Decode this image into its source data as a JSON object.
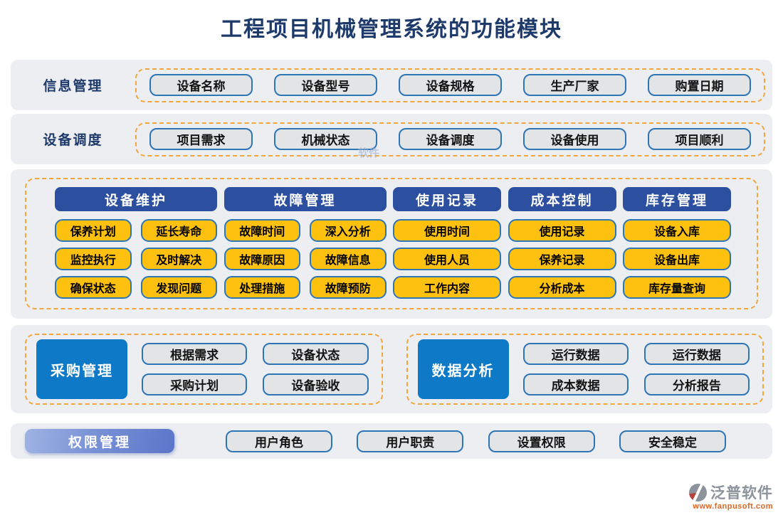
{
  "title": "工程项目机械管理系统的功能模块",
  "watermark": "软件",
  "sections": {
    "info": {
      "label": "信息管理",
      "buttons": [
        "设备名称",
        "设备型号",
        "设备规格",
        "生产厂家",
        "购置日期"
      ]
    },
    "dispatch": {
      "label": "设备调度",
      "buttons": [
        "项目需求",
        "机械状态",
        "设备调度",
        "设备使用",
        "项目顺利"
      ]
    },
    "modules": {
      "columns": [
        {
          "header": "设备维护",
          "buttons": [
            "保养计划",
            "延长寿命",
            "监控执行",
            "及时解决",
            "确保状态",
            "发现问题"
          ]
        },
        {
          "header": "故障管理",
          "buttons": [
            "故障时间",
            "深入分析",
            "故障原因",
            "故障信息",
            "处理措施",
            "故障预防"
          ]
        },
        {
          "header": "使用记录",
          "buttons": [
            "使用时间",
            "使用人员",
            "工作内容"
          ]
        },
        {
          "header": "成本控制",
          "buttons": [
            "使用记录",
            "保养记录",
            "分析成本"
          ]
        },
        {
          "header": "库存管理",
          "buttons": [
            "设备入库",
            "设备出库",
            "库存量查询"
          ]
        }
      ]
    },
    "procurement": {
      "label": "采购管理",
      "buttons": [
        "根据需求",
        "设备状态",
        "采购计划",
        "设备验收"
      ]
    },
    "analysis": {
      "label": "数据分析",
      "buttons": [
        "运行数据",
        "运行数据",
        "成本数据",
        "分析报告"
      ]
    },
    "permission": {
      "label": "权限管理",
      "buttons": [
        "用户角色",
        "用户职责",
        "设置权限",
        "安全稳定"
      ]
    }
  },
  "footer": {
    "brand": "泛普软件",
    "url": "www.fanpusoft.com"
  },
  "colors": {
    "title_navy": "#1E3A6B",
    "panel_gray": "#ECEEF2",
    "dash_orange": "#F2A63C",
    "border_blue": "#2E75B6",
    "header_blue": "#2D4F9F",
    "button_yellow": "#FEC110",
    "bright_blue": "#0E79C6",
    "logo_orange": "#E2641F"
  }
}
